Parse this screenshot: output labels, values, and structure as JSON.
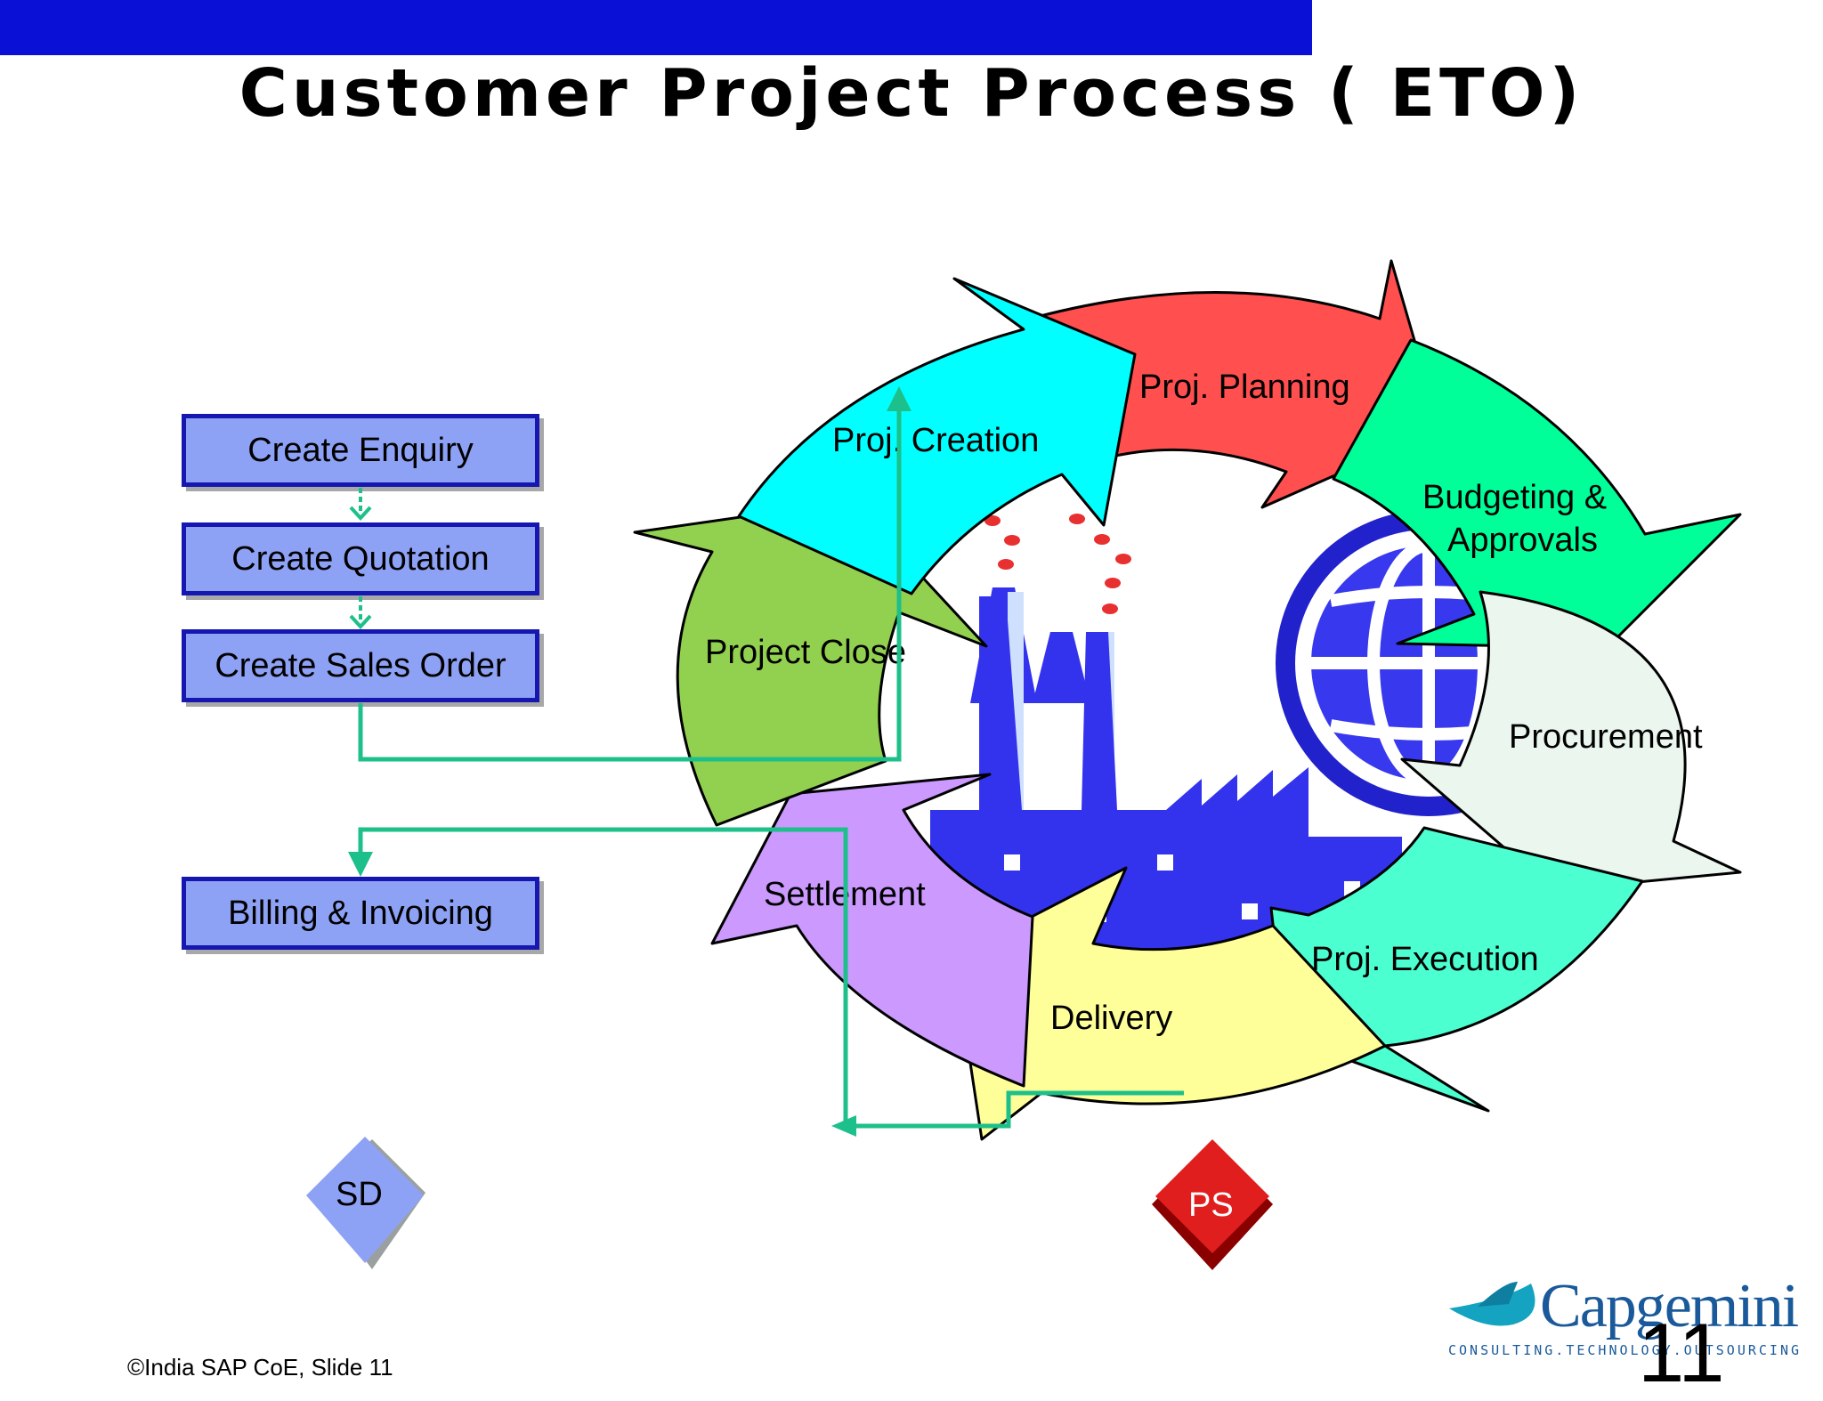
{
  "title": "Customer Project Process ( ETO)",
  "sd_flow": {
    "steps": [
      "Create Enquiry",
      "Create Quotation",
      "Create Sales Order"
    ],
    "billing": "Billing & Invoicing"
  },
  "cycle": {
    "segments": [
      {
        "label": "Proj. Planning",
        "color": "#ff4f4f"
      },
      {
        "label": "Budgeting & Approvals",
        "line1": "Budgeting &",
        "line2": "Approvals",
        "color": "#00ff99"
      },
      {
        "label": "Procurement",
        "color": "#eaf6ee"
      },
      {
        "label": "Proj. Execution",
        "color": "#4cffd0"
      },
      {
        "label": "Delivery",
        "color": "#ffff99"
      },
      {
        "label": "Settlement",
        "color": "#cc99ff"
      },
      {
        "label": "Project Close",
        "color": "#92d050"
      },
      {
        "label": "Proj. Creation",
        "color": "#00ffff"
      }
    ]
  },
  "badges": {
    "sd": "SD",
    "ps": "PS"
  },
  "footer": "©India SAP CoE, Slide 11",
  "slide_number": "11",
  "logo": {
    "name": "Capgemini",
    "tagline": "CONSULTING.TECHNOLOGY.OUTSOURCING"
  },
  "colors": {
    "header_bar": "#0a10d6",
    "connector": "#1dc08a",
    "sd_box_fill": "#8ea2f5",
    "factory": "#3333ee"
  },
  "icons": [
    "factory-icon",
    "globe-icon",
    "sd-badge-icon",
    "ps-badge-icon",
    "capgemini-spade-logo"
  ]
}
